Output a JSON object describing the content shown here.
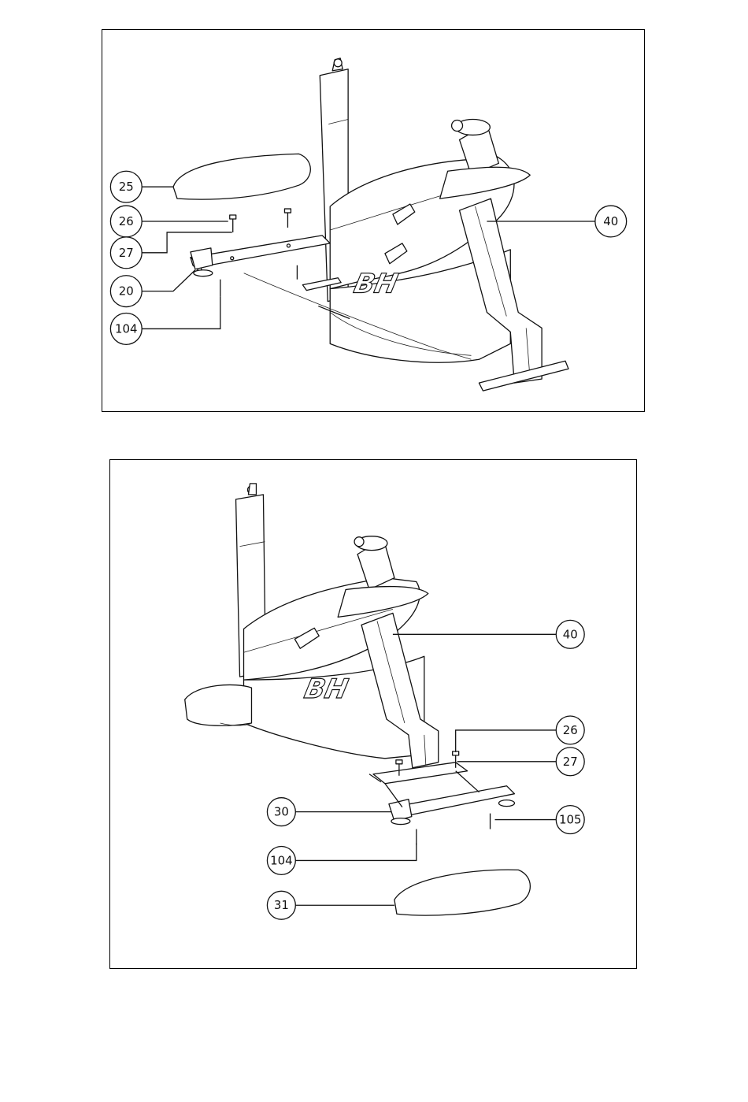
{
  "brand_logo": "BH",
  "top_panel": {
    "callouts": [
      {
        "id": "25",
        "label": "25"
      },
      {
        "id": "26",
        "label": "26"
      },
      {
        "id": "27",
        "label": "27"
      },
      {
        "id": "20",
        "label": "20"
      },
      {
        "id": "104",
        "label": "104"
      },
      {
        "id": "40",
        "label": "40"
      }
    ]
  },
  "bottom_panel": {
    "callouts": [
      {
        "id": "40",
        "label": "40"
      },
      {
        "id": "26",
        "label": "26"
      },
      {
        "id": "27",
        "label": "27"
      },
      {
        "id": "30",
        "label": "30"
      },
      {
        "id": "105",
        "label": "105"
      },
      {
        "id": "104",
        "label": "104"
      },
      {
        "id": "31",
        "label": "31"
      }
    ]
  }
}
